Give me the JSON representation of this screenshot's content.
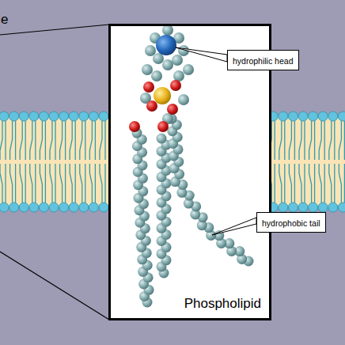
{
  "diagram": {
    "nodes": [
      {
        "text": [
          "Phospholipid"
        ]
      },
      {
        "text": [
          "hydrophilic head"
        ]
      },
      {
        "text": [
          "hydrophobic tail"
        ]
      }
    ],
    "labels": [
      "e"
    ]
  }
}
